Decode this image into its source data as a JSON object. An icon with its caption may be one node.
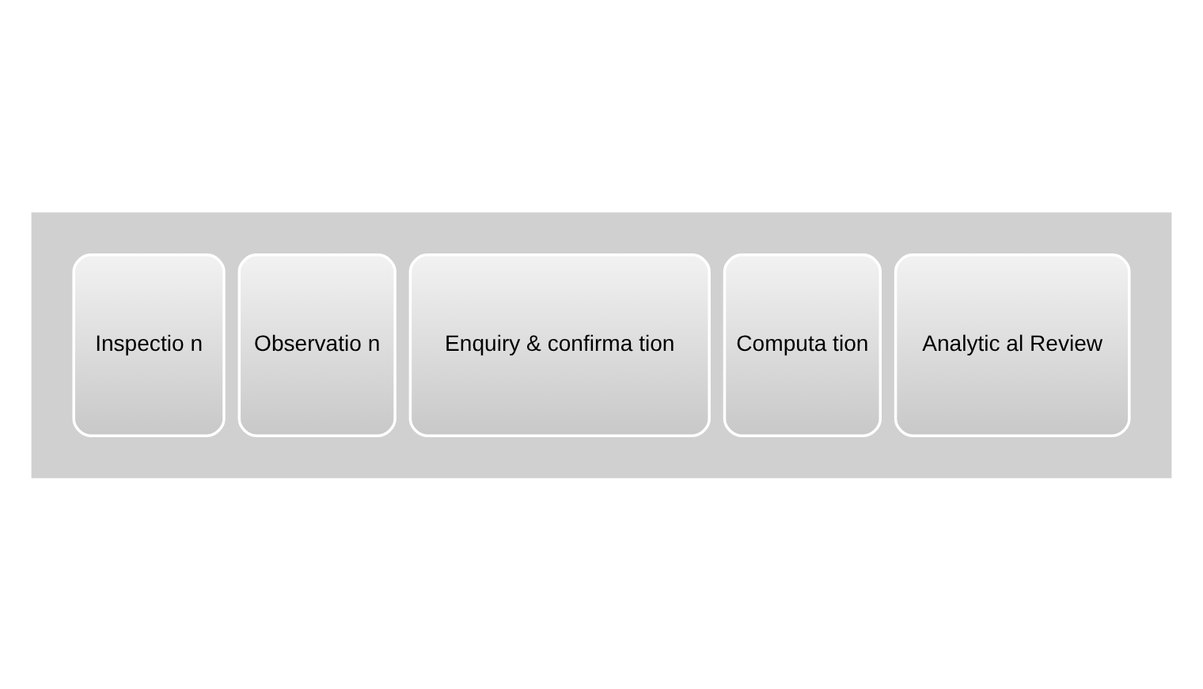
{
  "diagram": {
    "nodes": [
      {
        "text": [],
        "shape": "arrow"
      },
      {
        "text": [
          "Inspectio n"
        ],
        "in": 0
      },
      {
        "text": [
          "Observatio n"
        ],
        "in": 0
      },
      {
        "text": [
          "Enquiry & confirma tion"
        ],
        "in": 0
      },
      {
        "text": [
          "Computa tion"
        ],
        "in": 0
      },
      {
        "text": [
          "Analytic al Review"
        ],
        "in": 0
      }
    ],
    "edges": []
  }
}
